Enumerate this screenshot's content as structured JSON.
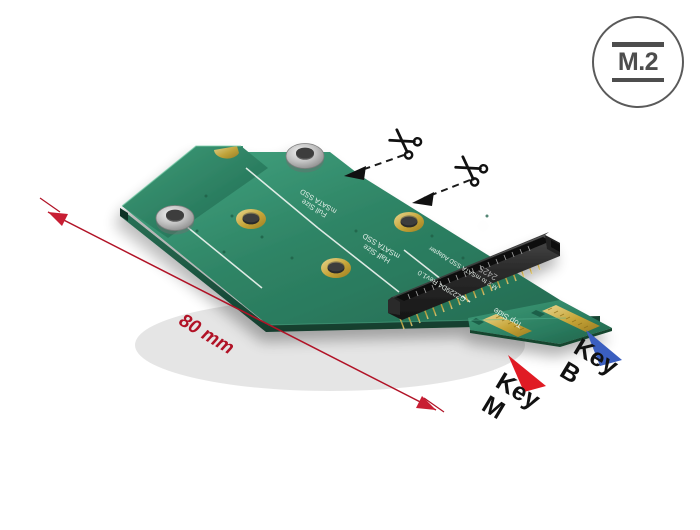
{
  "product": {
    "name": "M.2 to mSATA SSD Adapter",
    "board_revision": "GZ229D4 Rev1.0",
    "connector_code": "2425"
  },
  "badge": {
    "label": "M.2",
    "name": "m2-logo-badge",
    "color": "#4d4d4d"
  },
  "dimension": {
    "value": "80 mm",
    "color": "#b11226"
  },
  "callouts": [
    {
      "id": "key-m",
      "line1": "Key",
      "line2": "M",
      "arrow_color": "#e01b24",
      "text_color": "#111111"
    },
    {
      "id": "key-b",
      "line1": "Key",
      "line2": "B",
      "arrow_color": "#3b5fc0",
      "text_color": "#111111"
    }
  ],
  "silkscreen": {
    "full_size_line1": "Full Size",
    "full_size_line2": "mSATA SSD",
    "half_size_line1": "Half Size",
    "half_size_line2": "mSATA SSD",
    "revision": "GZ229D4 Rev1.0",
    "model": "M.2 to mSATA SSD Adapter",
    "top_side": "Top Side"
  },
  "annotations": {
    "scissors_icon": "scissors-icon",
    "scissors_count": 2,
    "cut_hint_color": "#1a1a1a"
  },
  "colors": {
    "pcb_green_light": "#3fa07c",
    "pcb_green": "#2f8566",
    "pcb_green_dark": "#1f6048",
    "pcb_edge": "#17503c",
    "gold": "#c9a227",
    "gold_light": "#e3c75c",
    "standoff": "#cfcfcf",
    "connector_black": "#2b2b2b",
    "background": "#ffffff"
  }
}
